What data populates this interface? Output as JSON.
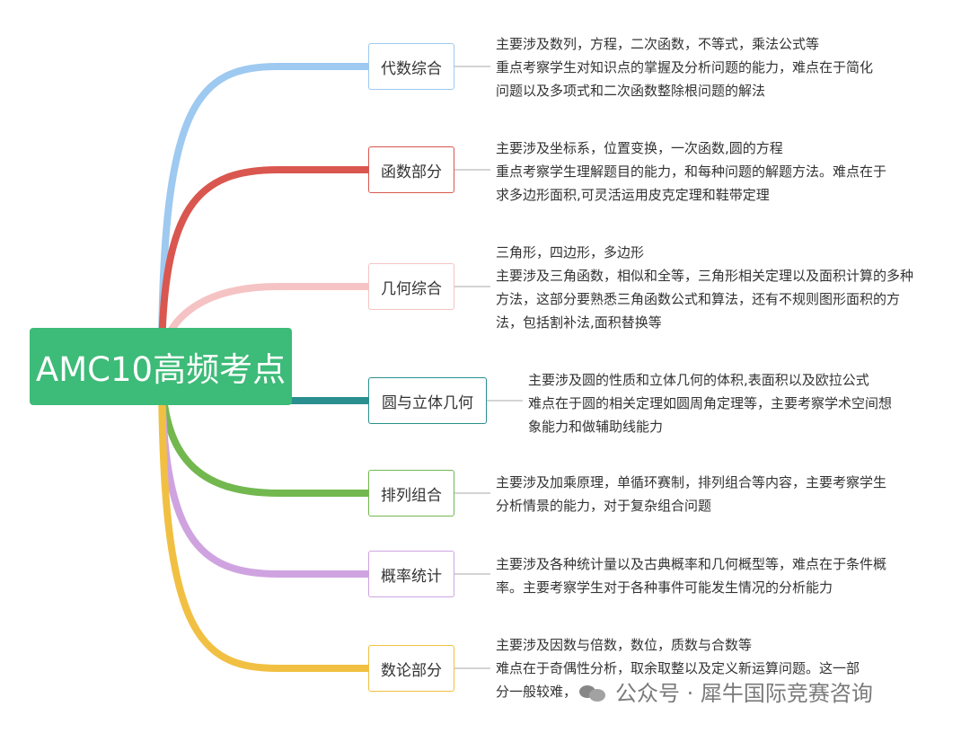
{
  "root": {
    "label": "AMC10高频考点"
  },
  "topics": [
    {
      "label": "代数综合",
      "color": "#9ec9f0",
      "lines": [
        "主要涉及数列，方程，二次函数，不等式，乘法公式等",
        "重点考察学生对知识点的掌握及分析问题的能力，难点在于简化",
        "问题以及多项式和二次函数整除根问题的解法"
      ]
    },
    {
      "label": "函数部分",
      "color": "#d9574f",
      "lines": [
        "主要涉及坐标系，位置变换，一次函数,圆的方程",
        " 重点考察学生理解题目的能力，和每种问题的解题方法。难点在于",
        "求多边形面积,可灵活运用皮克定理和鞋带定理"
      ]
    },
    {
      "label": "几何综合",
      "color": "#f5c3c3",
      "lines": [
        "三角形，四边形，多边形",
        "主要涉及三角函数，相似和全等，三角形相关定理以及面积计算的多种",
        "方法，这部分要熟悉三角函数公式和算法，还有不规则图形面积的方",
        "法，包括割补法,面积替换等"
      ]
    },
    {
      "label": "圆与立体几何",
      "color": "#2a8f8f",
      "lines": [
        "主要涉及圆的性质和立体几何的体积,表面积以及欧拉公式",
        "难点在于圆的相关定理如圆周角定理等，主要考察学术空间想",
        "象能力和做辅助线能力"
      ]
    },
    {
      "label": "排列组合",
      "color": "#72b84e",
      "lines": [
        "主要涉及加乘原理，单循环赛制，排列组合等内容，主要考察学生",
        "分析情景的能力，对于复杂组合问题"
      ]
    },
    {
      "label": "概率统计",
      "color": "#cfa3e0",
      "lines": [
        "主要涉及各种统计量以及古典概率和几何概型等，难点在于条件概",
        "率。主要考察学生对于各种事件可能发生情况的分析能力"
      ]
    },
    {
      "label": "数论部分",
      "color": "#f1c043",
      "lines": [
        "主要涉及因数与倍数，数位，质数与合数等",
        "难点在于奇偶性分析，取余取整以及定义新运算问题。这一部",
        "分一般较难，"
      ]
    }
  ],
  "watermark": {
    "text": "公众号 · 犀牛国际竞赛咨询"
  },
  "colors": {
    "root_bg": "#3dbb78",
    "root_text": "#ffffff",
    "connector": "#aaaaaa"
  }
}
